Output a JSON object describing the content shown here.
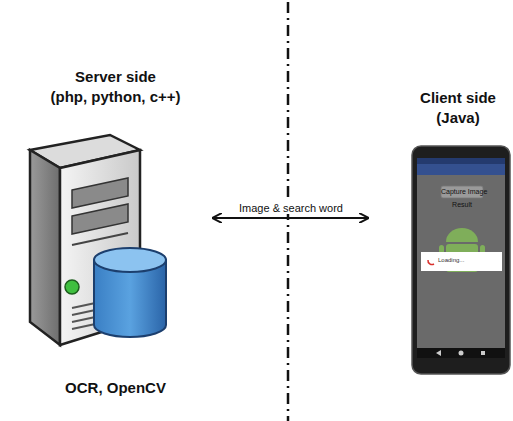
{
  "diagram": {
    "nodes": [
      {
        "text": [
          "Server side (php, python, c++)",
          "OCR, OpenCV"
        ]
      },
      {
        "text": [
          "Client side (Java)"
        ]
      }
    ],
    "edges": [
      {
        "from": 0,
        "to": 1,
        "arrow": "both",
        "label": "Image & search word"
      }
    ],
    "labels": [
      "Capture Image",
      "Result",
      "Loading..."
    ]
  }
}
